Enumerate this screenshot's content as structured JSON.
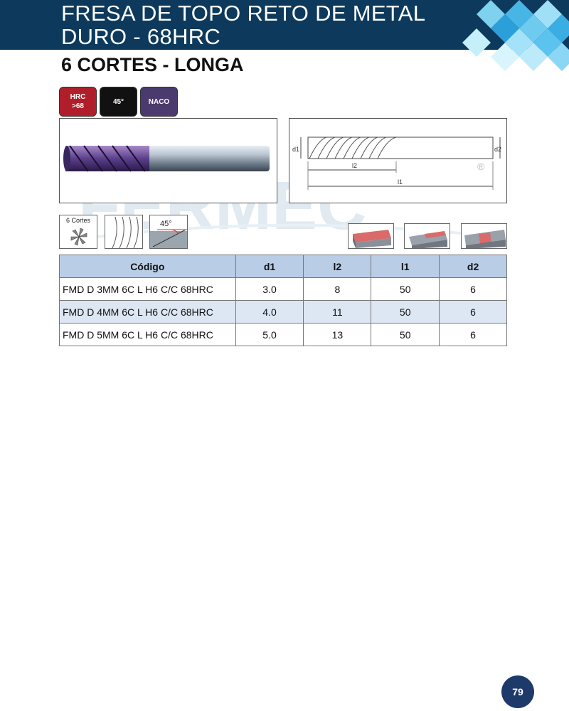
{
  "header": {
    "title_line1": "FRESA DE TOPO RETO DE METAL",
    "title_line2": "DURO - 68HRC",
    "subtitle": "6 CORTES - LONGA",
    "band_color": "#0d3a5c"
  },
  "badges": [
    {
      "line1": "HRC",
      "line2": ">68",
      "color": "#b01e2a"
    },
    {
      "line1": "45°",
      "line2": "",
      "color": "#111111"
    },
    {
      "line1": "NACO",
      "line2": "",
      "color": "#4a3a6e"
    }
  ],
  "drawing_labels": {
    "d1": "d1",
    "d2": "d2",
    "l2": "l2",
    "l1": "l1",
    "registered": "®"
  },
  "watermark_text": "FERMEC",
  "icons": {
    "cortes_label": "6 Cortes",
    "angle_label": "45°"
  },
  "table": {
    "headers": [
      "Código",
      "d1",
      "l2",
      "l1",
      "d2"
    ],
    "rows": [
      [
        "FMD D 3MM 6C L H6 C/C 68HRC",
        "3.0",
        "8",
        "50",
        "6"
      ],
      [
        "FMD D 4MM 6C L H6 C/C 68HRC",
        "4.0",
        "11",
        "50",
        "6"
      ],
      [
        "FMD D 5MM 6C L H6 C/C 68HRC",
        "5.0",
        "13",
        "50",
        "6"
      ]
    ],
    "header_color": "#b9cde6"
  },
  "page_number": "79"
}
